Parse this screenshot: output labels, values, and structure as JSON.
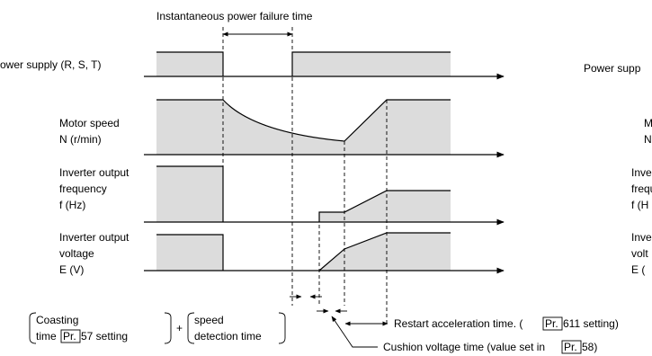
{
  "title": "Instantaneous power failure time",
  "left": {
    "power_supply": "ower supply (R, S, T)",
    "motor_speed": [
      "Motor speed",
      "N (r/min)"
    ],
    "output_frequency": [
      "Inverter output",
      "frequency",
      "f (Hz)"
    ],
    "output_voltage": [
      "Inverter output",
      "voltage",
      "E (V)"
    ]
  },
  "bottom": {
    "coasting": [
      "Coasting",
      "time",
      "Pr.",
      "57 setting"
    ],
    "plus": "+",
    "speed_detection": [
      "speed",
      "detection time"
    ],
    "restart_accel": [
      "Restart acceleration time. (",
      "Pr.",
      "611 setting)"
    ],
    "cushion_voltage": [
      "Cushion voltage time (value set in ",
      "Pr.",
      "58)"
    ]
  },
  "right_cut": {
    "power_supply": "Power supp",
    "motor_speed": [
      "M",
      "N"
    ],
    "output_frequency": [
      "Inve",
      "frequ",
      "f (H"
    ],
    "output_voltage": [
      "Inve",
      "volt",
      "E ("
    ]
  }
}
